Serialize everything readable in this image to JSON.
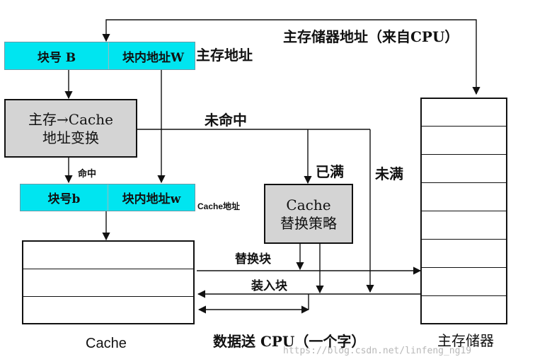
{
  "labels": {
    "main_addr_from_cpu": "主存储器地址（来自CPU）",
    "block_no_main": "块号 B",
    "offset_main": "块内地址W",
    "main_addr": "主存地址",
    "transform_line1": "主存→Cache",
    "transform_line2": "地址变换",
    "miss": "未命中",
    "hit": "命中",
    "full": "已满",
    "not_full": "未满",
    "block_no_cache": "块号b",
    "offset_cache": "块内地址w",
    "cache_addr": "Cache地址",
    "policy_line1": "Cache",
    "policy_line2": "替换策略",
    "replace_block": "替换块",
    "load_block": "装入块",
    "send_to_cpu": "数据送 CPU（一个字）",
    "cache_caption": "Cache",
    "main_memory_caption": "主存储器",
    "watermark": "https://blog.csdn.net/linfeng_ng19"
  }
}
